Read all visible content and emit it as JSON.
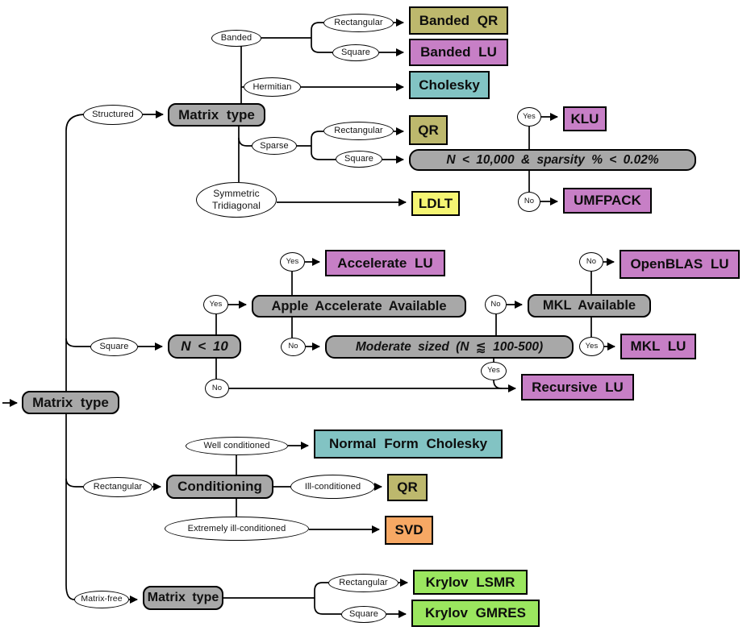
{
  "diagram": {
    "description": "Flowchart decision tree for choosing a linear-solver algorithm based on matrix type",
    "nodes": {
      "matrix_type_root": "Matrix type",
      "structured": "Structured",
      "matrix_type_structured": "Matrix type",
      "banded": "Banded",
      "banded_rectangular": "Rectangular",
      "banded_square": "Square",
      "banded_qr": "Banded QR",
      "banded_lu": "Banded LU",
      "hermitian": "Hermitian",
      "cholesky": "Cholesky",
      "sparse": "Sparse",
      "sparse_rectangular": "Rectangular",
      "sparse_square": "Square",
      "qr_sparse": "QR",
      "sparsity_check": "N < 10,000 & sparsity % < 0.02%",
      "yes_klu": "Yes",
      "klu": "KLU",
      "no_umfpack": "No",
      "umfpack": "UMFPACK",
      "symmetric_tridiagonal": "Symmetric Tridiagonal",
      "ldlt": "LDLT",
      "square_branch": "Square",
      "n_lt_10": "N < 10",
      "yes_apple": "Yes",
      "apple_accelerate": "Apple Accelerate Available",
      "yes_accelerate": "Yes",
      "accelerate_lu": "Accelerate LU",
      "no_moderate": "No",
      "moderate_sized": "Moderate sized (N ⪅ 100-500)",
      "no_mkl": "No",
      "mkl_available": "MKL Available",
      "no_openblas": "No",
      "openblas_lu": "OpenBLAS LU",
      "yes_mkl_lu": "Yes",
      "mkl_lu": "MKL LU",
      "yes_recursive": "Yes",
      "no_recursive": "No",
      "recursive_lu": "Recursive LU",
      "rectangular_branch": "Rectangular",
      "conditioning": "Conditioning",
      "well_conditioned": "Well conditioned",
      "normal_form_cholesky": "Normal Form Cholesky",
      "ill_conditioned": "Ill-conditioned",
      "qr_ill": "QR",
      "extremely_ill": "Extremely ill-conditioned",
      "svd": "SVD",
      "matrix_free": "Matrix-free",
      "matrix_type_free": "Matrix type",
      "krylov_rectangular": "Rectangular",
      "krylov_square": "Square",
      "krylov_lsmr": "Krylov LSMR",
      "krylov_gmres": "Krylov GMRES"
    },
    "edges": [
      [
        "start",
        "matrix_type_root"
      ],
      [
        "matrix_type_root",
        "structured"
      ],
      [
        "matrix_type_root",
        "square_branch"
      ],
      [
        "matrix_type_root",
        "rectangular_branch"
      ],
      [
        "matrix_type_root",
        "matrix_free"
      ],
      [
        "structured",
        "matrix_type_structured"
      ],
      [
        "matrix_type_structured",
        "banded"
      ],
      [
        "matrix_type_structured",
        "hermitian"
      ],
      [
        "matrix_type_structured",
        "sparse"
      ],
      [
        "matrix_type_structured",
        "symmetric_tridiagonal"
      ],
      [
        "banded",
        "banded_rectangular"
      ],
      [
        "banded",
        "banded_square"
      ],
      [
        "banded_rectangular",
        "banded_qr"
      ],
      [
        "banded_square",
        "banded_lu"
      ],
      [
        "hermitian",
        "cholesky"
      ],
      [
        "sparse",
        "sparse_rectangular"
      ],
      [
        "sparse",
        "sparse_square"
      ],
      [
        "sparse_rectangular",
        "qr_sparse"
      ],
      [
        "sparse_square",
        "sparsity_check"
      ],
      [
        "sparsity_check",
        "yes_klu"
      ],
      [
        "yes_klu",
        "klu"
      ],
      [
        "sparsity_check",
        "no_umfpack"
      ],
      [
        "no_umfpack",
        "umfpack"
      ],
      [
        "symmetric_tridiagonal",
        "ldlt"
      ],
      [
        "square_branch",
        "n_lt_10"
      ],
      [
        "n_lt_10",
        "yes_apple"
      ],
      [
        "yes_apple",
        "apple_accelerate"
      ],
      [
        "apple_accelerate",
        "yes_accelerate"
      ],
      [
        "yes_accelerate",
        "accelerate_lu"
      ],
      [
        "apple_accelerate",
        "no_moderate"
      ],
      [
        "no_moderate",
        "moderate_sized"
      ],
      [
        "moderate_sized",
        "no_mkl"
      ],
      [
        "no_mkl",
        "mkl_available"
      ],
      [
        "mkl_available",
        "no_openblas"
      ],
      [
        "no_openblas",
        "openblas_lu"
      ],
      [
        "mkl_available",
        "yes_mkl_lu"
      ],
      [
        "yes_mkl_lu",
        "mkl_lu"
      ],
      [
        "moderate_sized",
        "yes_recursive"
      ],
      [
        "yes_recursive",
        "recursive_lu"
      ],
      [
        "n_lt_10",
        "no_recursive"
      ],
      [
        "no_recursive",
        "recursive_lu"
      ],
      [
        "rectangular_branch",
        "conditioning"
      ],
      [
        "conditioning",
        "well_conditioned"
      ],
      [
        "well_conditioned",
        "normal_form_cholesky"
      ],
      [
        "conditioning",
        "ill_conditioned"
      ],
      [
        "ill_conditioned",
        "qr_ill"
      ],
      [
        "conditioning",
        "extremely_ill"
      ],
      [
        "extremely_ill",
        "svd"
      ],
      [
        "matrix_free",
        "matrix_type_free"
      ],
      [
        "matrix_type_free",
        "krylov_rectangular"
      ],
      [
        "matrix_type_free",
        "krylov_square"
      ],
      [
        "krylov_rectangular",
        "krylov_lsmr"
      ],
      [
        "krylov_square",
        "krylov_gmres"
      ]
    ]
  },
  "palette": {
    "decision_gray": "#a8a8a8",
    "purple": "#c77fc6",
    "olive": "#bdb86d",
    "teal": "#82c3c3",
    "yellow": "#f5f573",
    "orange": "#f7a864",
    "green": "#9be65f",
    "line_black": "#000000",
    "node_white": "#ffffff"
  }
}
